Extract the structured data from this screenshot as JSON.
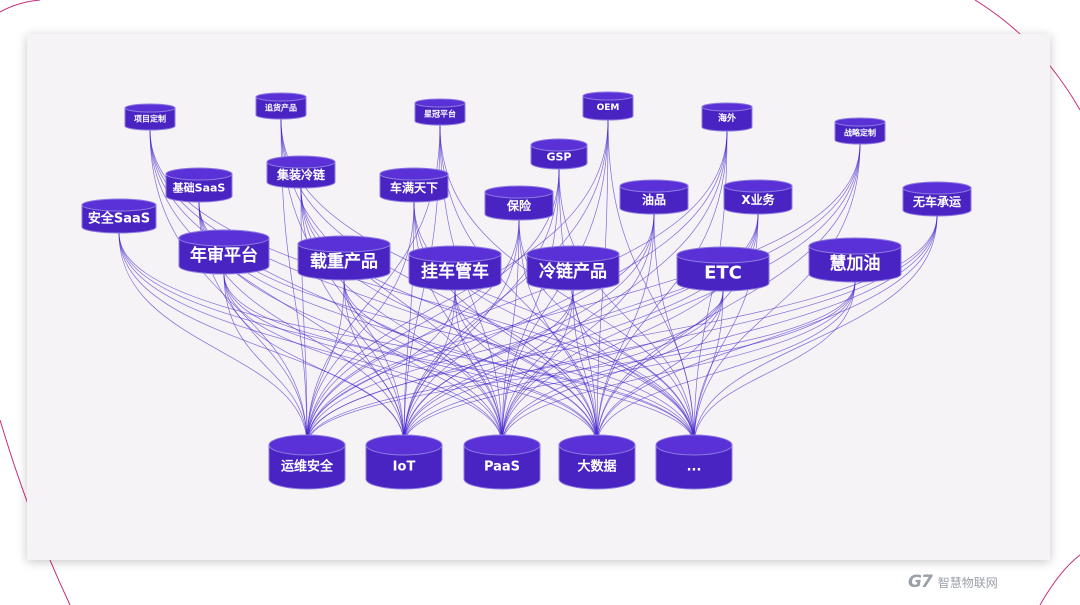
{
  "colors": {
    "node_fill": "#4a24c2",
    "node_top": "#5a31d6",
    "node_edge": "#8f7be0",
    "link_stroke": "#4422cc",
    "panel_bg": "#f5f3f6",
    "deco_line": "#c62f7a"
  },
  "nodes": {
    "n0": {
      "label": "项目定制"
    },
    "n1": {
      "label": "追货产品"
    },
    "n2": {
      "label": "星冠平台"
    },
    "n3": {
      "label": "OEM"
    },
    "n4": {
      "label": "海外"
    },
    "n5": {
      "label": "战略定制"
    },
    "n6": {
      "label": "GSP"
    },
    "n7": {
      "label": "基础SaaS"
    },
    "n8": {
      "label": "集装冷链"
    },
    "n9": {
      "label": "车满天下"
    },
    "n10": {
      "label": "保险"
    },
    "n11": {
      "label": "油品"
    },
    "n12": {
      "label": "X业务"
    },
    "n13": {
      "label": "无车承运"
    },
    "n14": {
      "label": "安全SaaS"
    },
    "n15": {
      "label": "年审平台"
    },
    "n16": {
      "label": "载重产品"
    },
    "n17": {
      "label": "挂车管车"
    },
    "n18": {
      "label": "冷链产品"
    },
    "n19": {
      "label": "ETC"
    },
    "n20": {
      "label": "慧加油"
    },
    "b0": {
      "label": "运维安全"
    },
    "b1": {
      "label": "IoT"
    },
    "b2": {
      "label": "PaaS"
    },
    "b3": {
      "label": "大数据"
    },
    "b4": {
      "label": "..."
    }
  },
  "footer": {
    "logo_mark": "G7",
    "logo_text": "智慧物联网"
  }
}
